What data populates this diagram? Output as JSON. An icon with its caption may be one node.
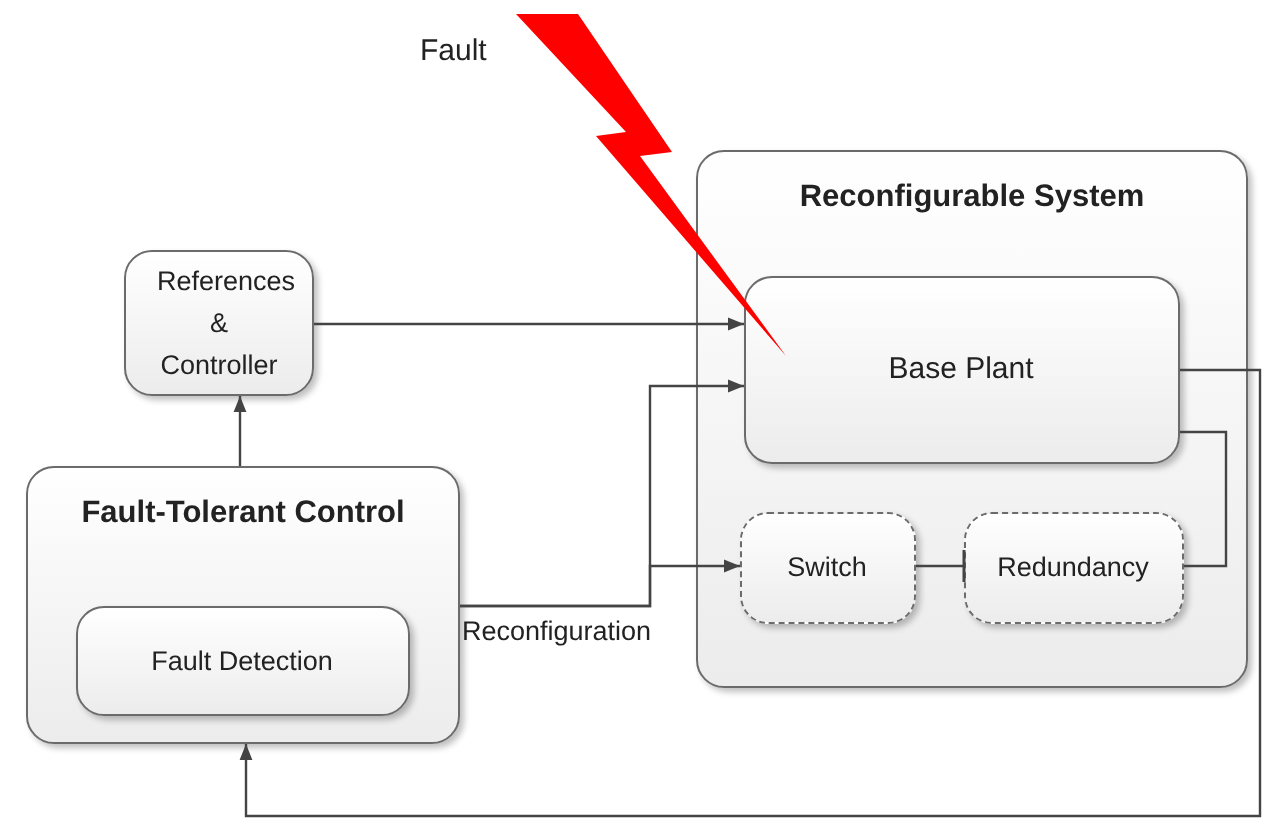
{
  "diagram": {
    "nodes": [
      {
        "text": [
          "References & Controller"
        ]
      },
      {
        "text": [
          "Fault-Tolerant Control"
        ]
      },
      {
        "text": [
          "Fault Detection"
        ],
        "in": 1
      },
      {
        "text": [
          "Reconfigurable System"
        ]
      },
      {
        "text": [
          "Base Plant"
        ],
        "in": 3
      },
      {
        "text": [
          "Switch"
        ],
        "in": 3
      },
      {
        "text": [
          "Redundancy"
        ],
        "in": 3
      }
    ],
    "edges": [
      {
        "from": 1,
        "to": 0,
        "arrow": "to"
      },
      {
        "from": 0,
        "to": 4,
        "arrow": "to"
      },
      {
        "from": 1,
        "to": 4,
        "arrow": "to",
        "label": "Reconfiguration"
      },
      {
        "from": 1,
        "to": 5,
        "arrow": "to"
      },
      {
        "from": 5,
        "to": 6,
        "arrow": "other"
      },
      {
        "from": 4,
        "to": 6,
        "arrow": "none"
      },
      {
        "from": 4,
        "to": 1,
        "arrow": "to"
      }
    ],
    "labels": [
      "Fault"
    ]
  }
}
